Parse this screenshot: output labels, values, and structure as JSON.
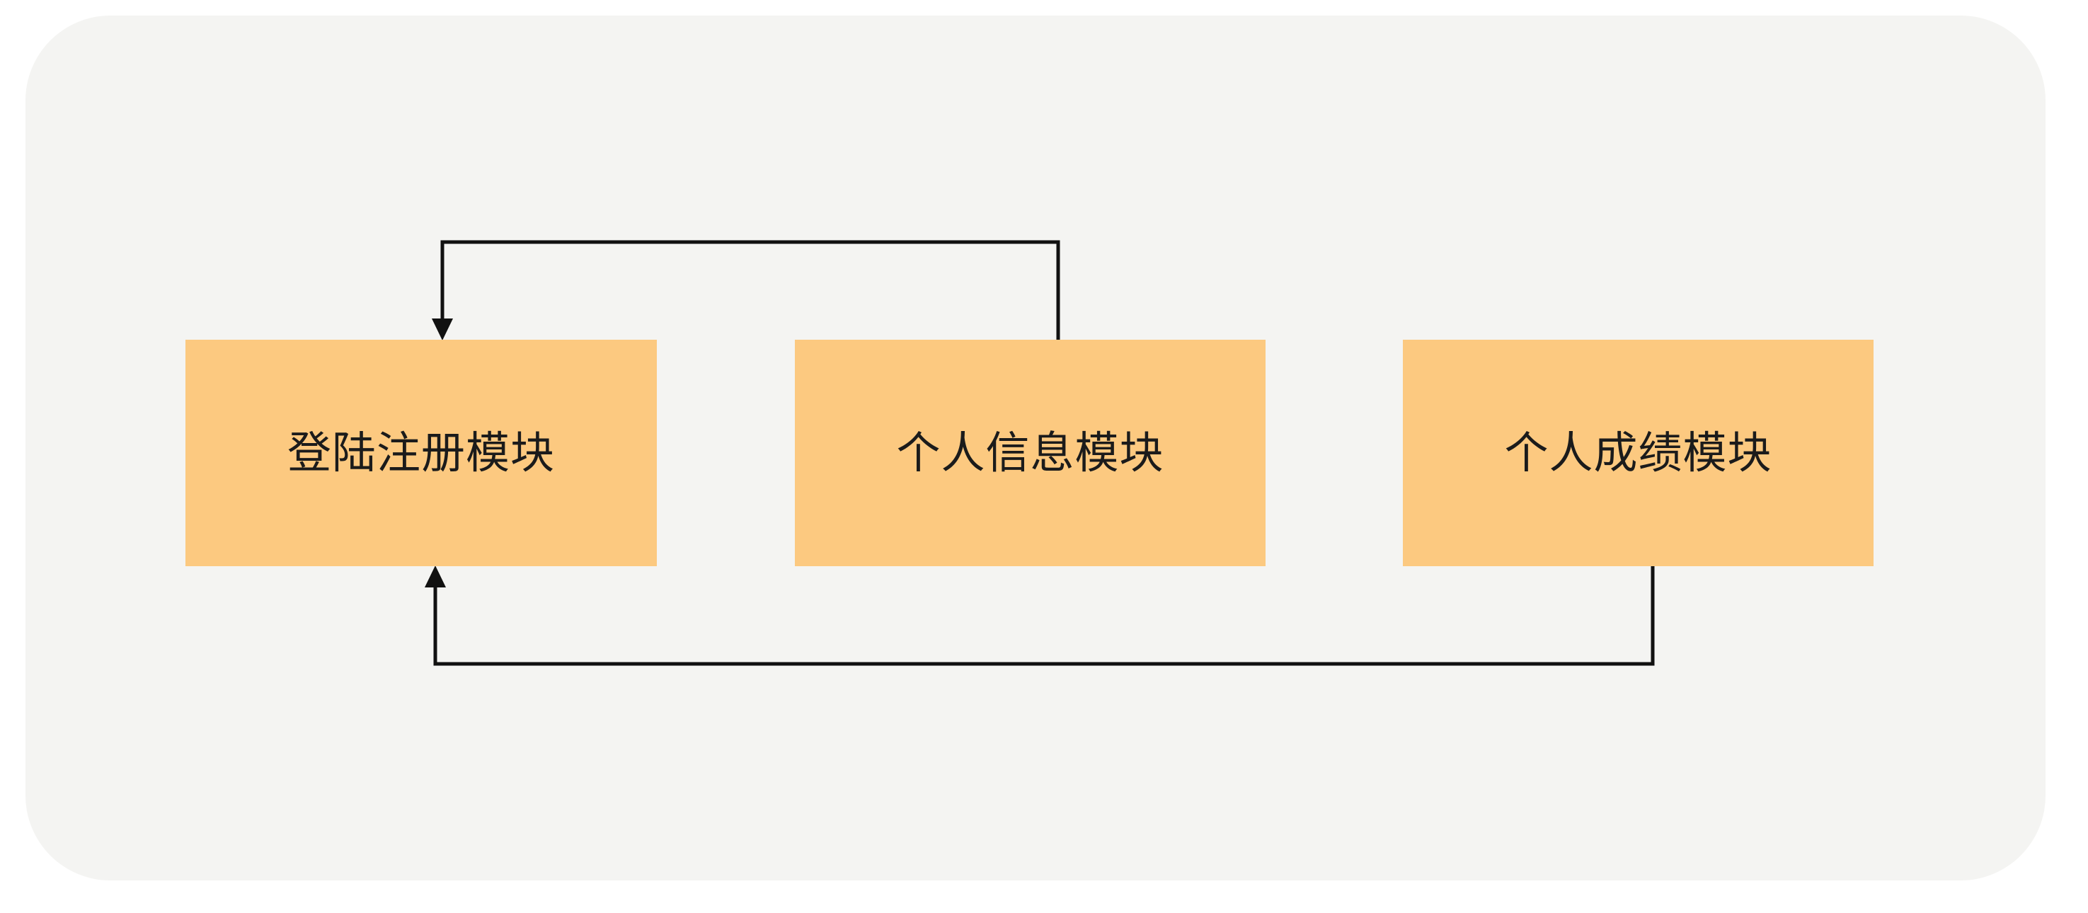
{
  "diagram": {
    "type": "flow-diagram",
    "background_color": "#ffffff",
    "panel_color": "#f4f4f2",
    "node_fill_color": "#fcc980",
    "connector_color": "#111111",
    "text_color": "#1b1b1b",
    "nodes": [
      {
        "id": "login",
        "label": "登陆注册模块"
      },
      {
        "id": "profile",
        "label": "个人信息模块"
      },
      {
        "id": "scores",
        "label": "个人成绩模块"
      }
    ],
    "edges": [
      {
        "id": "profile-to-login",
        "from": "profile",
        "to": "login",
        "label": "",
        "routing": "orthogonal-top",
        "arrowhead": "to"
      },
      {
        "id": "scores-to-login",
        "from": "scores",
        "to": "login",
        "label": "",
        "routing": "orthogonal-bottom",
        "arrowhead": "to"
      }
    ]
  }
}
